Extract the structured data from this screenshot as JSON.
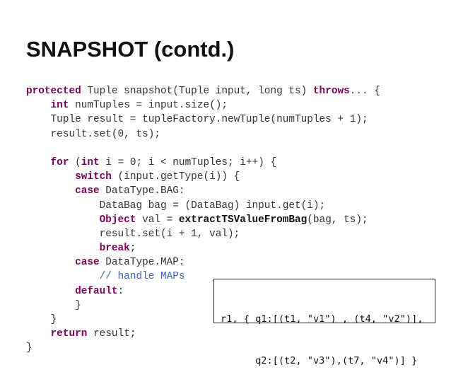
{
  "slide": {
    "title": "SNAPSHOT (contd.)"
  },
  "code": {
    "lines": [
      [
        {
          "t": "protected",
          "c": "kw"
        },
        {
          "t": " Tuple snapshot(Tuple input, long ts) "
        },
        {
          "t": "throws",
          "c": "kw"
        },
        {
          "t": "... {"
        }
      ],
      [
        {
          "t": "    "
        },
        {
          "t": "int",
          "c": "kw"
        },
        {
          "t": " numTuples = input.size();"
        }
      ],
      [
        {
          "t": "    Tuple result = tupleFactory.newTuple(numTuples + 1);"
        }
      ],
      [
        {
          "t": "    result.set(0, ts);"
        }
      ],
      [
        {
          "t": ""
        }
      ],
      [
        {
          "t": "    "
        },
        {
          "t": "for",
          "c": "kw"
        },
        {
          "t": " ("
        },
        {
          "t": "int",
          "c": "kw"
        },
        {
          "t": " i = 0; i < numTuples; i++) {"
        }
      ],
      [
        {
          "t": "        "
        },
        {
          "t": "switch",
          "c": "kw"
        },
        {
          "t": " (input.getType(i)) {"
        }
      ],
      [
        {
          "t": "        "
        },
        {
          "t": "case",
          "c": "kw"
        },
        {
          "t": " DataType.BAG:"
        }
      ],
      [
        {
          "t": "            DataBag bag = (DataBag) input.get(i);"
        }
      ],
      [
        {
          "t": "            "
        },
        {
          "t": "Object",
          "c": "kw"
        },
        {
          "t": " val = "
        },
        {
          "t": "extractTSValueFromBag",
          "c": "b"
        },
        {
          "t": "(bag, ts);"
        }
      ],
      [
        {
          "t": "            result.set(i + 1, val);"
        }
      ],
      [
        {
          "t": "            "
        },
        {
          "t": "break",
          "c": "kw"
        },
        {
          "t": ";"
        }
      ],
      [
        {
          "t": "        "
        },
        {
          "t": "case",
          "c": "kw"
        },
        {
          "t": " DataType.MAP:"
        }
      ],
      [
        {
          "t": "            "
        },
        {
          "t": "// handle MAPs",
          "c": "cm"
        }
      ],
      [
        {
          "t": "        "
        },
        {
          "t": "default",
          "c": "kw"
        },
        {
          "t": ":"
        }
      ],
      [
        {
          "t": "        }"
        }
      ],
      [
        {
          "t": "    }"
        }
      ],
      [
        {
          "t": "    "
        },
        {
          "t": "return",
          "c": "kw"
        },
        {
          "t": " result;"
        }
      ],
      [
        {
          "t": "}"
        }
      ]
    ]
  },
  "callout": {
    "line1": "r1, { q1:[(t1, \"v1\") , (t4, \"v2\")],",
    "line2": "      q2:[(t2, \"v3\"),(t7, \"v4\")] }"
  }
}
